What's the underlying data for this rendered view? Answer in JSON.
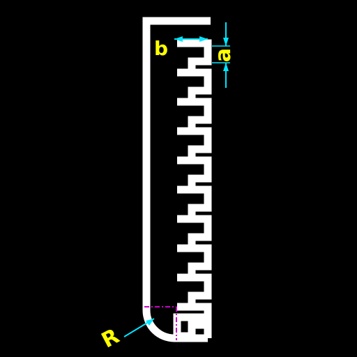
{
  "diagram": {
    "labels": {
      "b": "b",
      "a": "a",
      "R": "R"
    },
    "colors": {
      "background": "#000000",
      "structure": "#ffffff",
      "dimension": "#00e5ff",
      "label": "#ffff00",
      "construction": "#cc00cc"
    }
  }
}
